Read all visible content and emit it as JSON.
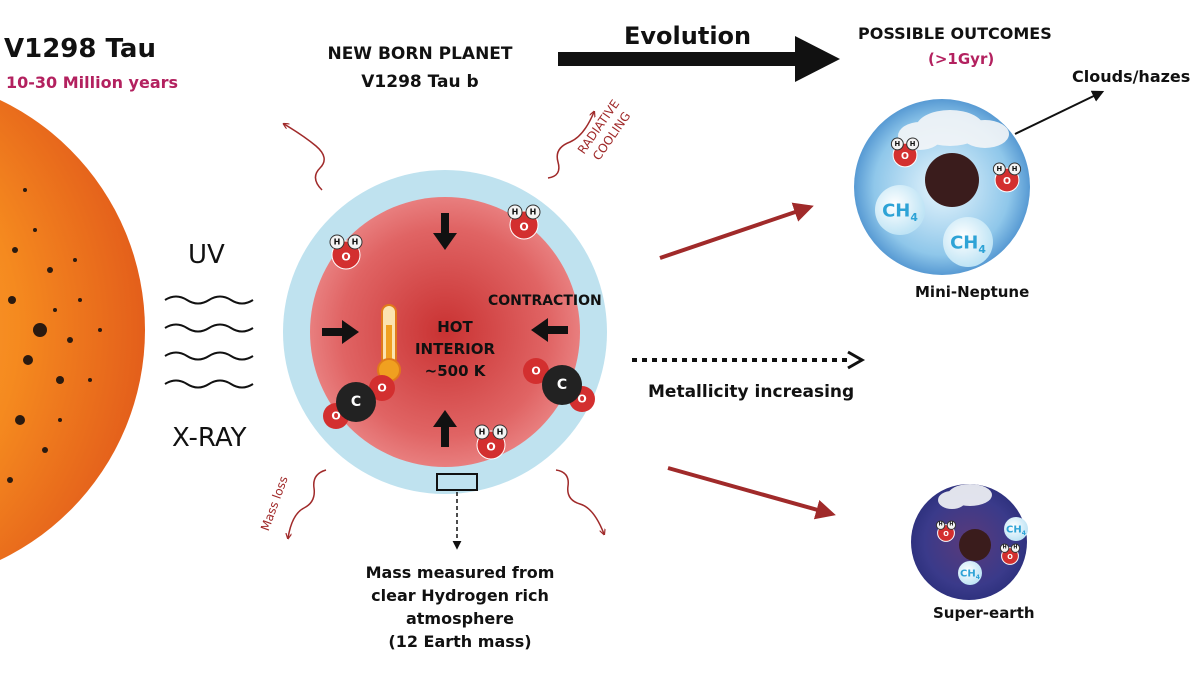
{
  "star": {
    "name": "V1298 Tau",
    "age": "10-30 Million years"
  },
  "planet": {
    "title": "NEW BORN PLANET",
    "subtitle": "V1298 Tau b"
  },
  "evolution_label": "Evolution",
  "outcomes": {
    "title": "POSSIBLE OUTCOMES",
    "age": "(>1Gyr)"
  },
  "clouds_label": "Clouds/hazes",
  "radiation": {
    "uv": "UV",
    "xray": "X-RAY"
  },
  "interior": {
    "line1": "HOT",
    "line2": "INTERIOR",
    "line3": "~500 K"
  },
  "contraction_label": "CONTRACTION",
  "radiative_cooling": {
    "line1": "RADIATIVE",
    "line2": "COOLING"
  },
  "mass_loss_label": "Mass loss",
  "metallicity_label": "Metallicity increasing",
  "mini_neptune_label": "Mini-Neptune",
  "super_earth_label": "Super-earth",
  "mass_measured": {
    "line1": "Mass measured from",
    "line2": "clear Hydrogen rich",
    "line3": "atmosphere",
    "line4": "(12 Earth mass)"
  },
  "molecules": {
    "water": {
      "h": "H",
      "o": "O"
    },
    "co2": {
      "c": "C",
      "o": "O"
    },
    "methane": {
      "ch": "CH",
      "sub": "4"
    }
  },
  "colors": {
    "accent_text": "#b3215f",
    "arrow_red": "#a02a2a",
    "atmosphere": "#bfe2ef",
    "interior_red": "#d94a4a"
  }
}
